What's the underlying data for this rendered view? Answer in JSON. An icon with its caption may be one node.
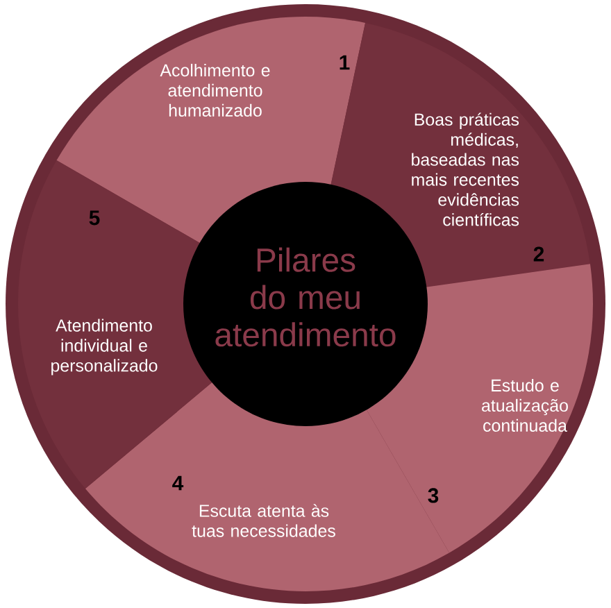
{
  "diagram": {
    "nodes": [
      {
        "text": [
          "Pilares do meu atendimento"
        ]
      },
      {
        "text": [
          "1",
          "Acolhimento e atendimento humanizado"
        ]
      },
      {
        "text": [
          "Boas práticas médicas, baseadas nas mais recentes evidências científicas",
          "2"
        ]
      },
      {
        "text": [
          "Estudo e atualização continuada",
          "3"
        ]
      },
      {
        "text": [
          "4",
          "Escuta atenta às tuas necessidades"
        ]
      },
      {
        "text": [
          "5",
          "Atendimento individual e personalizado"
        ]
      }
    ]
  }
}
